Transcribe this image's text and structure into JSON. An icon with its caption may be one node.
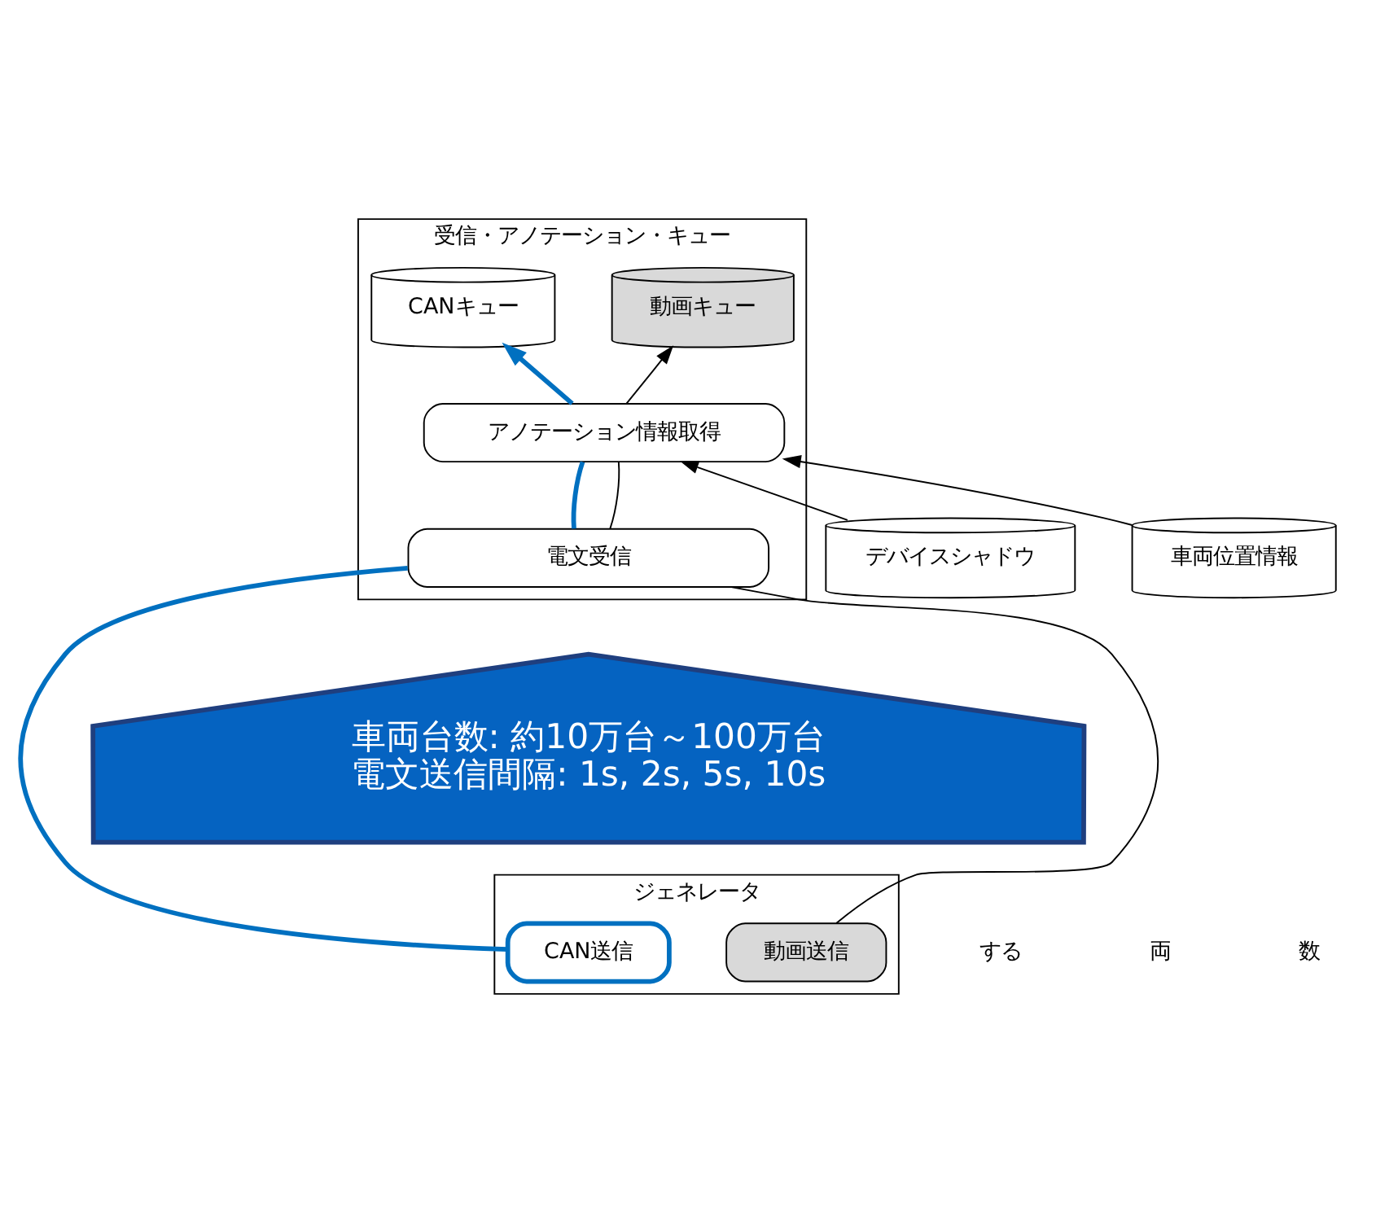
{
  "diagram": {
    "nodes": [
      {
        "text": [
          "受信・アノテーション・キュー"
        ]
      },
      {
        "text": [
          "CANキュー"
        ],
        "in": 0
      },
      {
        "text": [
          "動画キュー"
        ],
        "in": 0
      },
      {
        "text": [
          "アノテーション情報取得"
        ],
        "in": 0
      },
      {
        "text": [
          "電文受信"
        ],
        "in": 0
      },
      {
        "text": [
          "デバイスシャドウ"
        ]
      },
      {
        "text": [
          "車両位置情報"
        ]
      },
      {
        "text": [
          "車両台数: 約10万台～100万台",
          "電文送信間隔: 1s, 2s, 5s, 10s"
        ]
      },
      {
        "text": [
          "ジェネレータ"
        ]
      },
      {
        "text": [
          "CAN送信"
        ],
        "in": 8
      },
      {
        "text": [
          "動画送信"
        ],
        "in": 8
      }
    ],
    "edges": [
      {
        "from": 9,
        "to": 4,
        "arrow": "none",
        "style": "thick",
        "color": "#0070c0"
      },
      {
        "from": 4,
        "to": 3,
        "arrow": "none",
        "style": "thick",
        "color": "#0070c0"
      },
      {
        "from": 3,
        "to": 1,
        "arrow": "to",
        "style": "thick",
        "color": "#0070c0"
      },
      {
        "from": 10,
        "to": 4,
        "arrow": "none"
      },
      {
        "from": 4,
        "to": 3,
        "arrow": "none"
      },
      {
        "from": 3,
        "to": 2,
        "arrow": "to"
      },
      {
        "from": 5,
        "to": 3,
        "arrow": "to"
      },
      {
        "from": 6,
        "to": 3,
        "arrow": "to"
      }
    ],
    "labels": [
      "する",
      "両",
      "数"
    ]
  }
}
